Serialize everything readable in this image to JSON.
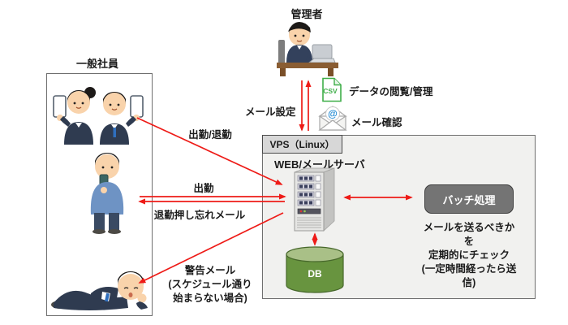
{
  "colors": {
    "arrow_red": "#ee1b17",
    "vps_bg": "#f1f1ef",
    "box_border": "#6f6f6f",
    "tab_bg": "#d7d7d7",
    "batch_fill": "#747474",
    "db_green": "#68943f",
    "db_top": "#a9c087",
    "csv_green": "#3fae49",
    "at_blue": "#1e88d2"
  },
  "admin": {
    "title": "管理者"
  },
  "employees": {
    "title": "一般社員"
  },
  "admin_links": {
    "mail_settings": "メール設定",
    "data_view": "データの閲覧/管理",
    "mail_check": "メール確認",
    "csv_text": "CSV",
    "at_text": "@"
  },
  "employee_links": {
    "clock_in_out": "出勤/退勤",
    "clock_in": "出勤",
    "forgot_clock_out_mail": "退勤押し忘れメール",
    "warning_mail_line1": "警告メール",
    "warning_mail_line2": "(スケジュール通り",
    "warning_mail_line3": "始まらない場合)"
  },
  "vps": {
    "tab_label": "VPS（Linux）",
    "server_label": "WEB/メールサーバ",
    "db_label": "DB",
    "batch_label": "バッチ処理",
    "batch_note_line1": "メールを送るべきかを",
    "batch_note_line2": "定期的にチェック",
    "batch_note_line3": "(一定時間経ったら送信)"
  }
}
